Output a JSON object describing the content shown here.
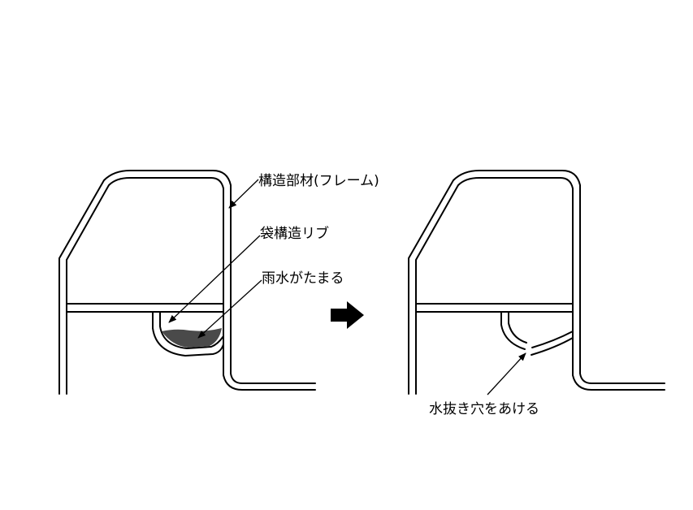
{
  "labels": {
    "frame_member": "構造部材(フレーム)",
    "bag_rib": "袋構造リブ",
    "rain_pool": "雨水がたまる",
    "drain_hole": "水抜き穴をあける"
  },
  "icons": {
    "arrow": "right-arrow-icon"
  },
  "colors": {
    "line": "#000000",
    "water": "#4a4a4a",
    "background": "#ffffff"
  }
}
